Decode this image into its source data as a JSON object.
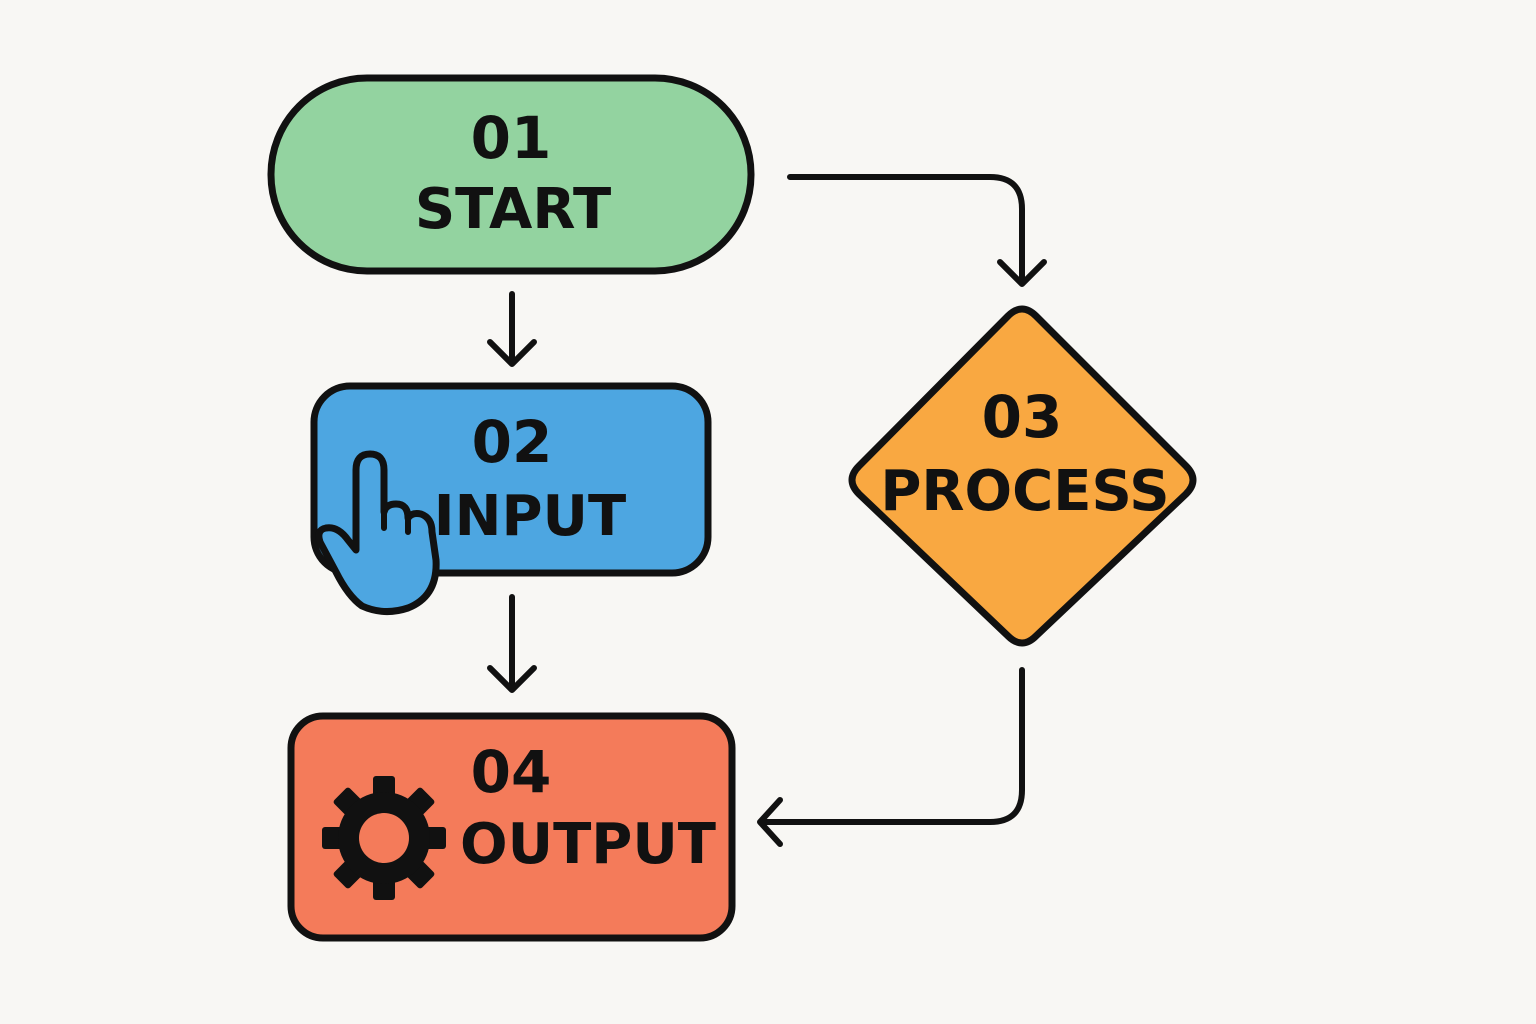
{
  "colors": {
    "background": "#f8f7f4",
    "outline": "#111111",
    "start": "#93d3a0",
    "input": "#4da6e1",
    "process": "#f9a841",
    "output": "#f47b5a"
  },
  "nodes": {
    "start": {
      "number": "01",
      "label": "START",
      "shape": "terminator"
    },
    "input": {
      "number": "02",
      "label": "INPUT",
      "shape": "rounded-rectangle",
      "icon": "pointing-hand-icon"
    },
    "process": {
      "number": "03",
      "label": "PROCESS",
      "shape": "diamond"
    },
    "output": {
      "number": "04",
      "label": "OUTPUT",
      "shape": "rounded-rectangle",
      "icon": "gear-icon"
    }
  },
  "edges": [
    {
      "from": "start",
      "to": "input"
    },
    {
      "from": "input",
      "to": "output"
    },
    {
      "from": "start",
      "to": "process"
    },
    {
      "from": "process",
      "to": "output"
    }
  ]
}
